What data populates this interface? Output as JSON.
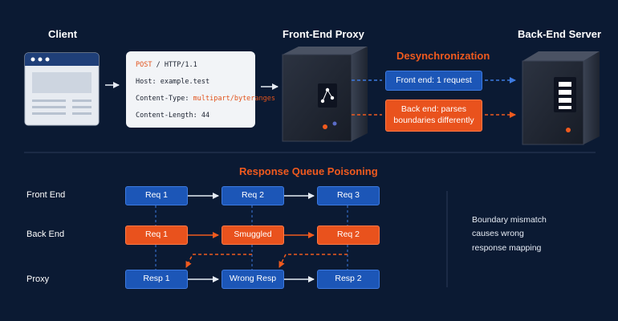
{
  "top": {
    "client_label": "Client",
    "proxy_label": "Front-End Proxy",
    "server_label": "Back-End Server",
    "desync_label": "Desynchronization",
    "request": {
      "method": "POST",
      "line_rest": " / HTTP/1.1",
      "host": "Host: example.test",
      "content_type_key": "Content-Type: ",
      "content_type_value": "multipart/byteranges",
      "content_length": "Content-Length: 44"
    },
    "front_end_box": "Front end: 1 request",
    "back_end_box_line1": "Back end: parses",
    "back_end_box_line2": "boundaries differently"
  },
  "bottom": {
    "title": "Response Queue Poisoning",
    "rows": {
      "front_end": "Front End",
      "back_end": "Back End",
      "proxy": "Proxy"
    },
    "front_end_boxes": [
      "Req 1",
      "Req 2",
      "Req 3"
    ],
    "back_end_boxes": [
      "Req 1",
      "Smuggled",
      "Req 2"
    ],
    "proxy_boxes": [
      "Resp 1",
      "Wrong Resp",
      "Resp 2"
    ],
    "note_lines": [
      "Boundary mismatch",
      "causes wrong",
      "response mapping"
    ]
  },
  "colors": {
    "background": "#0b1a33",
    "accent_orange": "#f05a1e",
    "accent_blue": "#1c56b7"
  }
}
